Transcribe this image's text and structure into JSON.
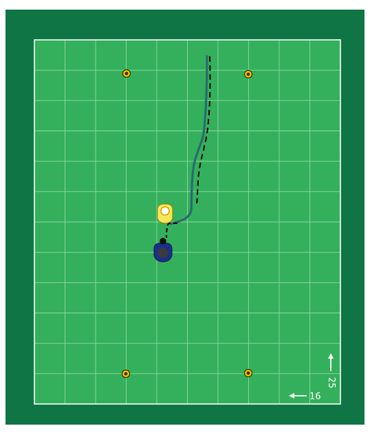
{
  "diagram": {
    "colors": {
      "page_background": "#ffffff",
      "border_dark_green": "#0f7544",
      "pitch_green": "#34b05c",
      "grid_line": "#8fd9a3",
      "boundary_line": "#ffffff",
      "run_path": "#2a6b6e",
      "ball_path": "#000000",
      "cone_fill": "#f2c400",
      "cone_outline": "#3a2d00",
      "attacker_fill": "#f5e65a",
      "attacker_head": "#ffffff",
      "defender_fill": "#1a2f8a",
      "defender_head": "#3b3b3b",
      "arrow_white": "#ffffff"
    },
    "grid": {
      "columns": 10,
      "rows": 12
    },
    "markers": [
      {
        "type": "cone",
        "name": "cone-top-left"
      },
      {
        "type": "cone",
        "name": "cone-top-right"
      },
      {
        "type": "cone",
        "name": "cone-bottom-left"
      },
      {
        "type": "cone",
        "name": "cone-bottom-right"
      }
    ],
    "players": [
      {
        "role": "attacker",
        "icon": "player-yellow-icon"
      },
      {
        "role": "defender",
        "icon": "player-blue-icon"
      }
    ],
    "paths": [
      {
        "kind": "dribble",
        "style": "solid-curve"
      },
      {
        "kind": "pass",
        "style": "dashed"
      }
    ],
    "dimensions": {
      "length_label": "25",
      "width_label": "16"
    }
  }
}
